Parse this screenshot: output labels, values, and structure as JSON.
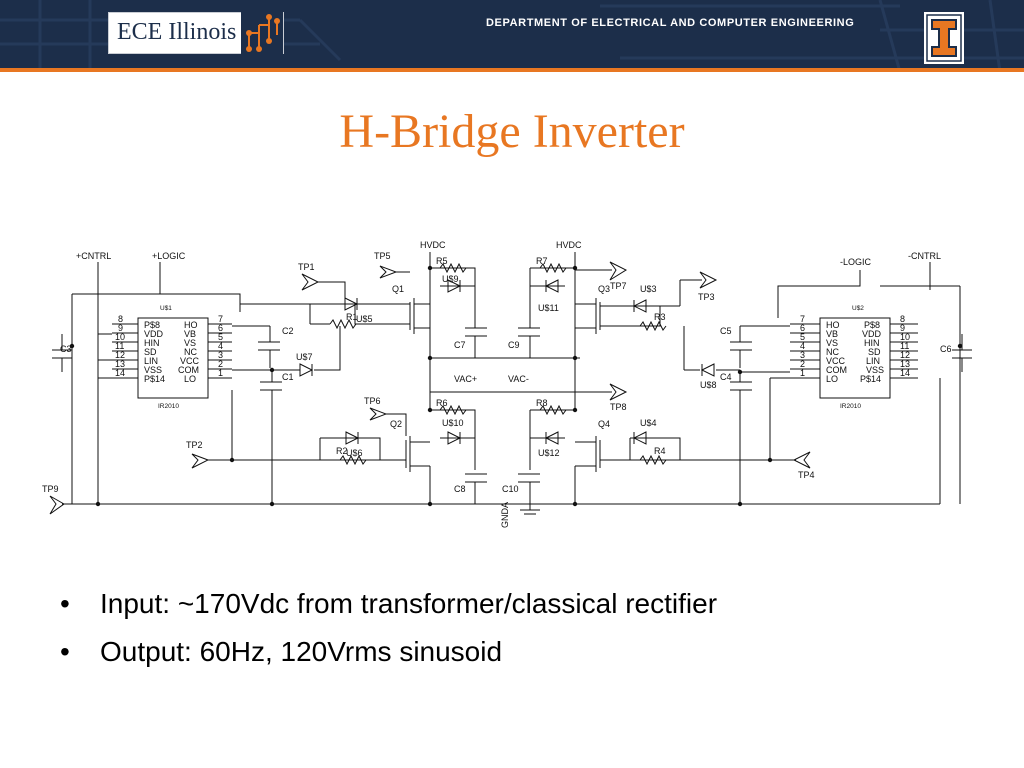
{
  "header": {
    "logo_text": "ECE Illinois",
    "department": "DEPARTMENT OF ELECTRICAL AND COMPUTER ENGINEERING"
  },
  "slide": {
    "title": "H-Bridge Inverter",
    "bullets": [
      {
        "marker": "•",
        "text": "Input: ~170Vdc from transformer/classical rectifier"
      },
      {
        "marker": "•",
        "text": "Output: 60Hz, 120Vrms sinusoid"
      }
    ]
  },
  "schematic": {
    "nets": {
      "cntrl_pos": "+CNTRL",
      "logic_pos": "+LOGIC",
      "logic_neg": "-LOGIC",
      "cntrl_neg": "-CNTRL",
      "hvdc_left": "HVDC",
      "hvdc_right": "HVDC",
      "vac_pos": "VAC+",
      "vac_neg": "VAC-",
      "gnd": "GNDA"
    },
    "chips": [
      {
        "ref": "U$1",
        "part": "IR2010",
        "left_pins": [
          {
            "num": "8",
            "name": "P$8"
          },
          {
            "num": "9",
            "name": "VDD"
          },
          {
            "num": "10",
            "name": "HIN"
          },
          {
            "num": "11",
            "name": "SD"
          },
          {
            "num": "12",
            "name": "LIN"
          },
          {
            "num": "13",
            "name": "VSS"
          },
          {
            "num": "14",
            "name": "P$14"
          }
        ],
        "right_pins": [
          {
            "num": "7",
            "name": "HO"
          },
          {
            "num": "6",
            "name": "VB"
          },
          {
            "num": "5",
            "name": "VS"
          },
          {
            "num": "4",
            "name": "NC"
          },
          {
            "num": "3",
            "name": "VCC"
          },
          {
            "num": "2",
            "name": "COM"
          },
          {
            "num": "1",
            "name": "LO"
          }
        ]
      },
      {
        "ref": "U$2",
        "part": "IR2010",
        "left_pins": [
          {
            "num": "7",
            "name": "HO"
          },
          {
            "num": "6",
            "name": "VB"
          },
          {
            "num": "5",
            "name": "VS"
          },
          {
            "num": "4",
            "name": "NC"
          },
          {
            "num": "3",
            "name": "VCC"
          },
          {
            "num": "2",
            "name": "COM"
          },
          {
            "num": "1",
            "name": "LO"
          }
        ],
        "right_pins": [
          {
            "num": "8",
            "name": "P$8"
          },
          {
            "num": "9",
            "name": "VDD"
          },
          {
            "num": "10",
            "name": "HIN"
          },
          {
            "num": "11",
            "name": "SD"
          },
          {
            "num": "12",
            "name": "LIN"
          },
          {
            "num": "13",
            "name": "VSS"
          },
          {
            "num": "14",
            "name": "P$14"
          }
        ]
      }
    ],
    "transistors": [
      "Q1",
      "Q2",
      "Q3",
      "Q4"
    ],
    "resistors": [
      "R1",
      "R2",
      "R3",
      "R4",
      "R5",
      "R6",
      "R7",
      "R8"
    ],
    "diodes": [
      "U$3",
      "U$4",
      "U$5",
      "U$6",
      "U$7",
      "U$8",
      "U$9",
      "U$10",
      "U$11",
      "U$12"
    ],
    "capacitors": [
      "C1",
      "C2",
      "C3",
      "C4",
      "C5",
      "C6",
      "C7",
      "C8",
      "C9",
      "C10"
    ],
    "test_points": [
      "TP1",
      "TP2",
      "TP3",
      "TP4",
      "TP5",
      "TP6",
      "TP7",
      "TP8",
      "TP9"
    ]
  }
}
